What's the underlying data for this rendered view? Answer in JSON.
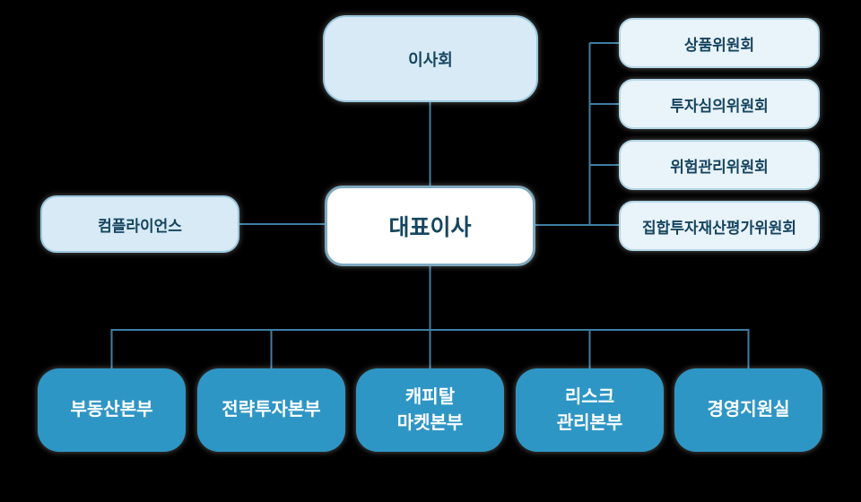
{
  "colors": {
    "background": "#000000",
    "connector": "#3f7ea3",
    "box_light_fill": "#d7eaf6",
    "box_light_border": "#9ac7dd",
    "committee_fill": "#e9f3fa",
    "committee_border": "#b3d6e6",
    "ceo_fill": "#ffffff",
    "ceo_border": "#7fa9bf",
    "division_fill": "#2e96c5",
    "text_dark": "#16455f",
    "text_light": "#ffffff"
  },
  "org_chart": {
    "board": {
      "label": "이사회"
    },
    "ceo": {
      "label": "대표이사"
    },
    "compliance": {
      "label": "컴플라이언스"
    },
    "committees": [
      {
        "label": "상품위원회"
      },
      {
        "label": "투자심의위원회"
      },
      {
        "label": "위험관리위원회"
      },
      {
        "label": "집합투자재산평가위원회"
      }
    ],
    "divisions": [
      {
        "label": "부동산본부"
      },
      {
        "label": "전략투자본부"
      },
      {
        "label": "캐피탈\n마켓본부"
      },
      {
        "label": "리스크\n관리본부"
      },
      {
        "label": "경영지원실"
      }
    ]
  }
}
